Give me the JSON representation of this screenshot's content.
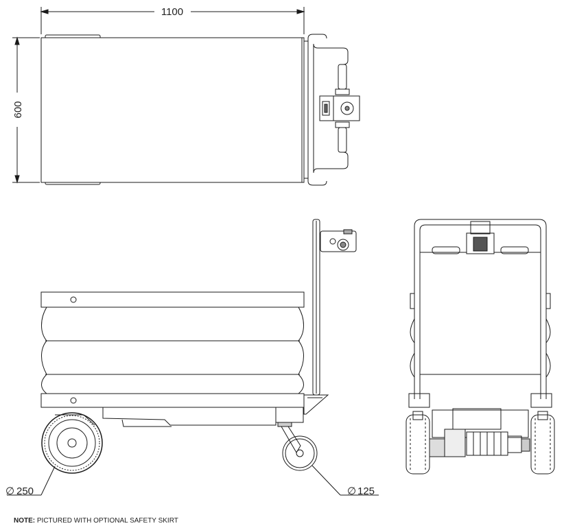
{
  "dimensions": {
    "length": "1100",
    "width": "600",
    "rear_wheel": "250",
    "castor_wheel": "125",
    "diameter_symbol": "∅"
  },
  "note": {
    "prefix": "NOTE:",
    "text": " PICTURED WITH OPTIONAL SAFETY SKIRT"
  }
}
